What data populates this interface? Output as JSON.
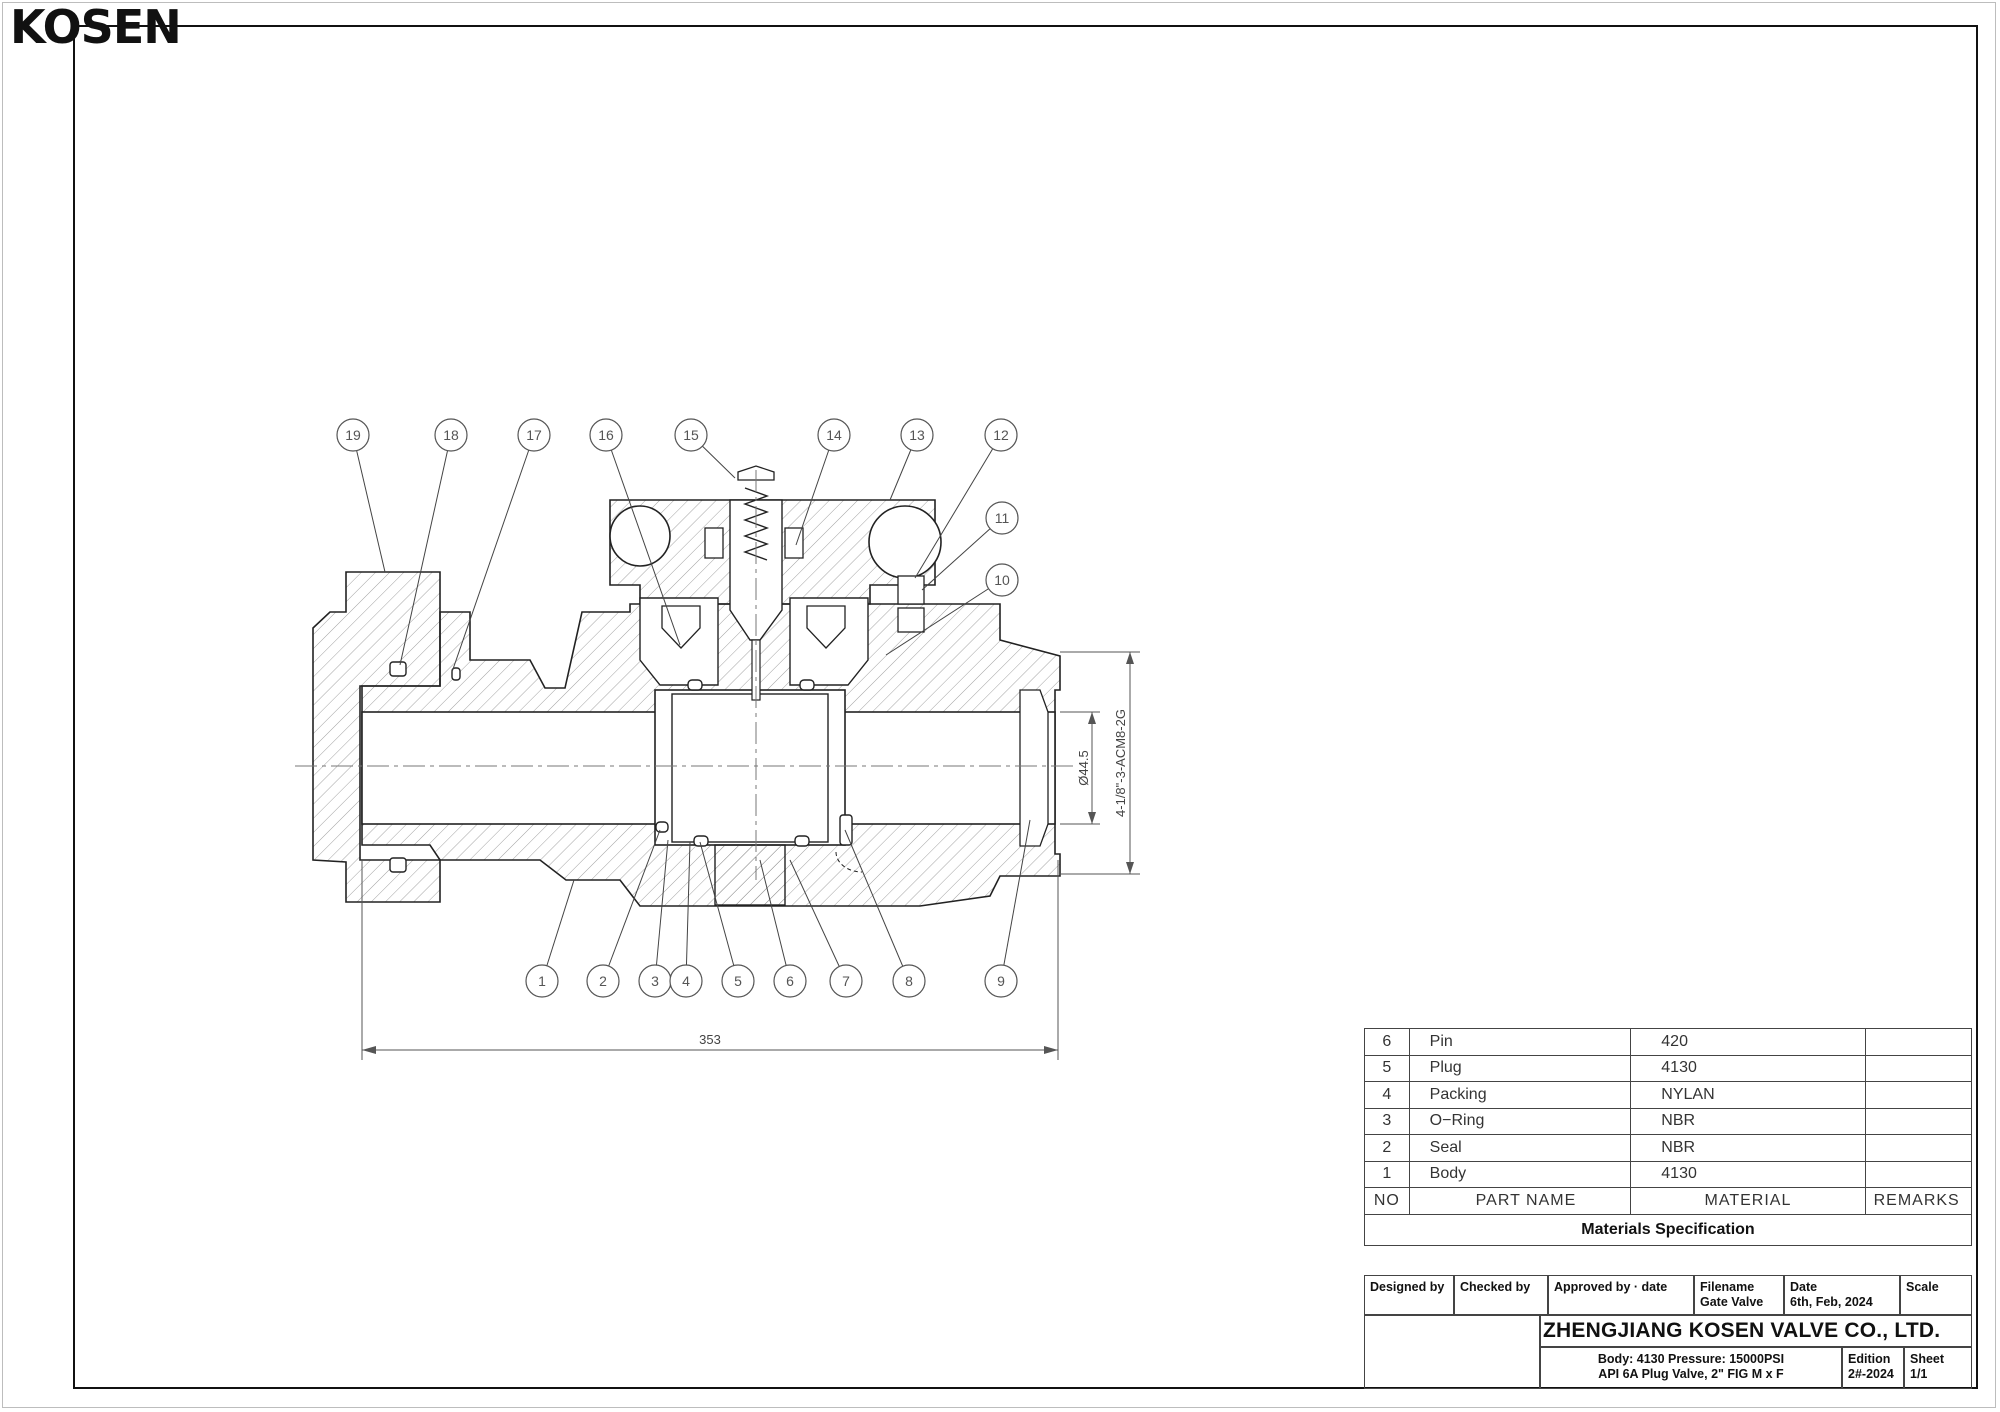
{
  "logo": {
    "text": "KOSEN"
  },
  "drawing": {
    "callouts_top": [
      "19",
      "18",
      "17",
      "16",
      "15",
      "14",
      "13",
      "12"
    ],
    "callouts_right": [
      "11",
      "10"
    ],
    "callouts_bottom": [
      "1",
      "2",
      "3",
      "4",
      "5",
      "6",
      "7",
      "8",
      "9"
    ],
    "dimension_length": "353",
    "dimension_bore": "Ø44.5",
    "dimension_thread": "4-1/8\"-3-ACM8-2G"
  },
  "bom": {
    "rows": [
      {
        "no": "6",
        "part": "Pin",
        "material": "420",
        "remarks": ""
      },
      {
        "no": "5",
        "part": "Plug",
        "material": "4130",
        "remarks": ""
      },
      {
        "no": "4",
        "part": "Packing",
        "material": "NYLAN",
        "remarks": ""
      },
      {
        "no": "3",
        "part": "O−Ring",
        "material": "NBR",
        "remarks": ""
      },
      {
        "no": "2",
        "part": "Seal",
        "material": "NBR",
        "remarks": ""
      },
      {
        "no": "1",
        "part": "Body",
        "material": "4130",
        "remarks": ""
      }
    ],
    "header": {
      "no": "NO",
      "part": "PART   NAME",
      "material": "MATERIAL",
      "remarks": "REMARKS"
    },
    "caption": "Materials Specification"
  },
  "title_block": {
    "designed_by": "Designed by",
    "checked_by": "Checked by",
    "approved_by": "Approved by · date",
    "filename_label": "Filename",
    "filename_value": "Gate Valve",
    "date_label": "Date",
    "date_value": "6th, Feb, 2024",
    "scale_label": "Scale",
    "company": "ZHENGJIANG KOSEN VALVE CO., LTD.",
    "body_info": "Body: 4130   Pressure: 15000PSI",
    "product": "API 6A Plug Valve, 2\" FIG M x F",
    "edition_label": "Edition",
    "edition_value": "2#-2024",
    "sheet_label": "Sheet",
    "sheet_value": "1/1"
  }
}
